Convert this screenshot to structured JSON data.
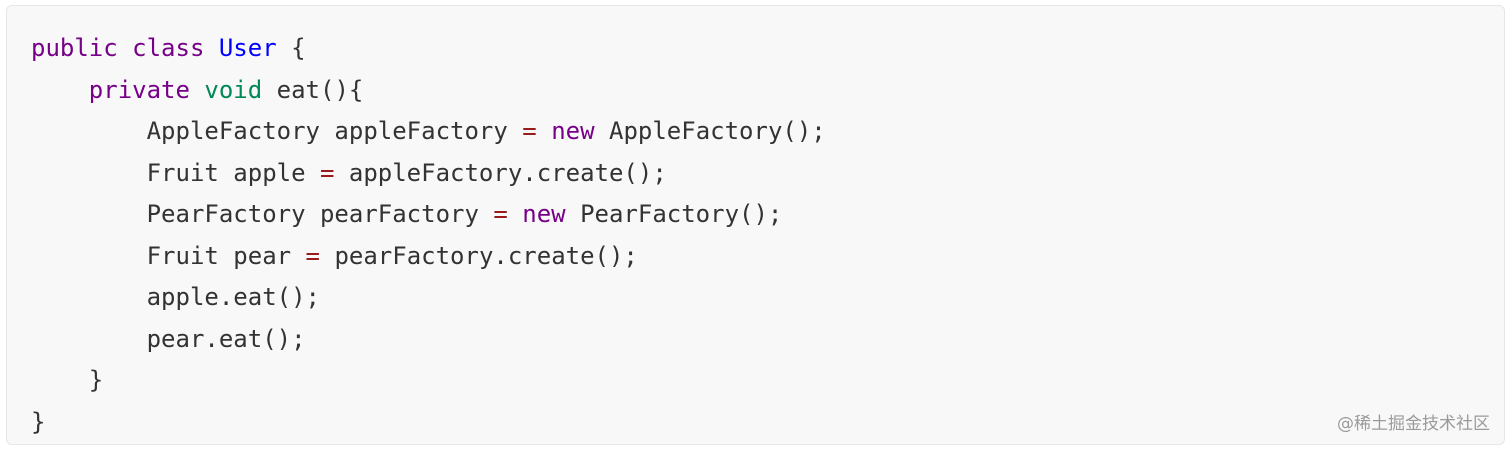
{
  "colors": {
    "keyword": "#770088",
    "type": "#008855",
    "class_name": "#0000ff",
    "operator": "#981a1a",
    "text": "#333333",
    "watermark": "#9a9a9a",
    "background": "#f8f8f8"
  },
  "code": {
    "lines": [
      [
        {
          "text": "public",
          "kind": "keyword"
        },
        {
          "text": " ",
          "kind": "text"
        },
        {
          "text": "class",
          "kind": "keyword"
        },
        {
          "text": " ",
          "kind": "text"
        },
        {
          "text": "User",
          "kind": "class_name"
        },
        {
          "text": " {",
          "kind": "text"
        }
      ],
      [
        {
          "text": "    ",
          "kind": "text"
        },
        {
          "text": "private",
          "kind": "keyword"
        },
        {
          "text": " ",
          "kind": "text"
        },
        {
          "text": "void",
          "kind": "type"
        },
        {
          "text": " eat(){",
          "kind": "text"
        }
      ],
      [
        {
          "text": "        AppleFactory appleFactory ",
          "kind": "text"
        },
        {
          "text": "=",
          "kind": "operator"
        },
        {
          "text": " ",
          "kind": "text"
        },
        {
          "text": "new",
          "kind": "keyword"
        },
        {
          "text": " AppleFactory();",
          "kind": "text"
        }
      ],
      [
        {
          "text": "        Fruit apple ",
          "kind": "text"
        },
        {
          "text": "=",
          "kind": "operator"
        },
        {
          "text": " appleFactory.create();",
          "kind": "text"
        }
      ],
      [
        {
          "text": "        PearFactory pearFactory ",
          "kind": "text"
        },
        {
          "text": "=",
          "kind": "operator"
        },
        {
          "text": " ",
          "kind": "text"
        },
        {
          "text": "new",
          "kind": "keyword"
        },
        {
          "text": " PearFactory();",
          "kind": "text"
        }
      ],
      [
        {
          "text": "        Fruit pear ",
          "kind": "text"
        },
        {
          "text": "=",
          "kind": "operator"
        },
        {
          "text": " pearFactory.create();",
          "kind": "text"
        }
      ],
      [
        {
          "text": "        apple.eat();",
          "kind": "text"
        }
      ],
      [
        {
          "text": "        pear.eat();",
          "kind": "text"
        }
      ],
      [
        {
          "text": "    }",
          "kind": "text"
        }
      ],
      [
        {
          "text": "}",
          "kind": "text"
        }
      ]
    ]
  },
  "watermark": {
    "text": "@稀土掘金技术社区"
  }
}
